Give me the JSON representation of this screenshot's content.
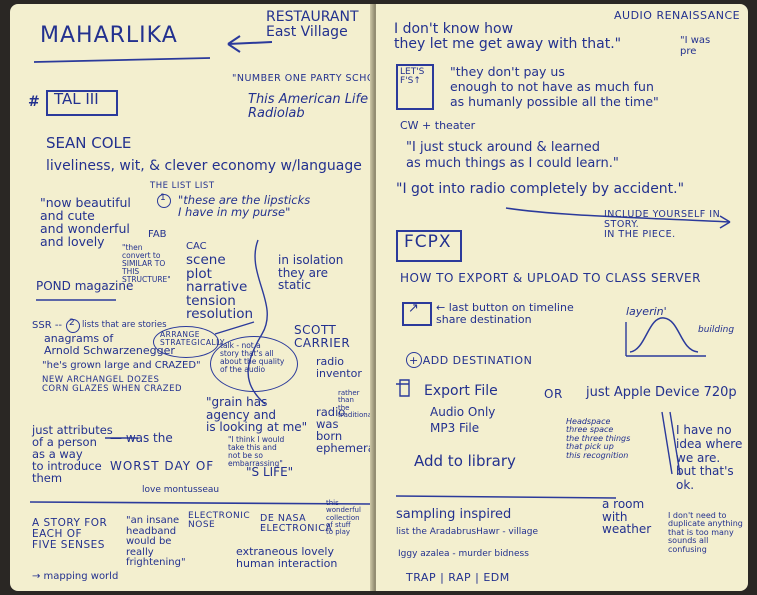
{
  "left_page": {
    "title": "MAHARLIKA",
    "restaurant": "RESTAURANT\nEast Village",
    "quote_party": "\"NUMBER ONE PARTY SCHOOL\"",
    "shows": "This American Life\nRadiolab",
    "tal_box": "TAL III",
    "host": "SEAN COLE",
    "qualities": "liveliness, wit, & clever economy w/language",
    "list_label": "THE LIST LIST",
    "now_beautiful": "\"now beautiful\nand cute\nand wonderful\nand lovely",
    "fab": "FAB",
    "then_convert": "\"then\nconvert to\nSIMILAR TO\nTHIS\nSTRUCTURE\"",
    "lipstick": "\"these are the lipsticks\nI have in my purse\"",
    "num_1": "1",
    "cac": "CAC",
    "structure_words": "scene\nplot\nnarrative\ntension\nresolution",
    "isolation": "in isolation\nthey are\nstatic",
    "pond": "POND magazine",
    "ssr": "SSR --",
    "num_2": "2",
    "lists": "lists that are stories",
    "arnold": "anagrams of\nArnold Schwarzenegger",
    "grown_large": "\"he's grown large and CRAZED\"",
    "new_archangel": "NEW ARCHANGEL DOZES\nCORN GLAZES WHEN CRAZED",
    "arrange": "ARRANGE\nSTRATEGICALLY",
    "talk_not": "talk - not a\nstory that's all\nabout the quality\nof the audio",
    "scott": "SCOTT\nCARRIER",
    "radio_inventor": "radio\ninventor",
    "grain": "\"grain has\nagency and\nis looking at me\"",
    "i_think": "\"I think I would\ntake this and\nnot be so\nembarrassing\"",
    "radio_ephemeral": "radio\nwas\nborn\nephemeral",
    "right_note": "rather than\nthe\ntraditional",
    "just_attributes": "just attributes\nof a person\nas a way\nto introduce\nthem",
    "was_the": "— was the",
    "worst_day": "WORST DAY OF",
    "life": "\"S LIFE\"",
    "louie": "love montusseau",
    "story_senses": "A STORY FOR\nEACH OF\nFIVE SENSES",
    "insane": "\"an insane\nheadband\nwould be\nreally\nfrightening\"",
    "electronic_nose": "ELECTRONIC\nNOSE",
    "de_nasa": "DE NASA\nELECTRONICA",
    "this_wonderful": "this\nwonderful\ncollection\nof stuff\nto play",
    "extraneous": "extraneous lovely\nhuman interaction",
    "mapping": "→ mapping world"
  },
  "right_page": {
    "header": "AUDIO RENAISSANCE",
    "dont_know": "I don't know how\nthey let me get away with that.\"",
    "i_was_pre": "\"I was\npre",
    "lets_box": "LET'S\nF'S↑",
    "they_dont_pay": "\"they don't pay us\nenough to not have as much fun\nas humanly possible all the time\"",
    "cw_theater": "CW + theater",
    "stuck_around": "\"I just stuck around & learned\nas much things as I could learn.\"",
    "got_into": "\"I got into radio completely by accident.\"",
    "include_yourself": "INCLUDE YOURSELF IN STORY.\nIN THE PIECE.",
    "fcpx_box": "FCPX",
    "how_to_export": "HOW TO EXPORT & UPLOAD TO CLASS SERVER",
    "last_button": "← last button on timeline\nshare destination",
    "layerin": "layerin'",
    "building": "building",
    "add_destination": "+ ADD DESTINATION",
    "export_file": "Export File",
    "or_label": "OR",
    "just_apple": "just Apple Device 720p",
    "audio_only": "Audio Only\nMP3 File",
    "add_library": "Add to library",
    "headspace": "Headspace\nthree space\nthe three things\nthat pick up\nthis recognition",
    "i_have_no": "I have no\nidea where\nwe are.\nbut that's\nok.",
    "room": "a room\nwith\nweather",
    "dont_need": "I don't need to\nduplicate anything\nthat is too many\nsounds all\nconfusing",
    "sampling": "sampling inspired",
    "list_shaw": "list the AradabrusHawr - village",
    "azalea": "Iggy azalea - murder bidness",
    "trap": "TRAP | RAP | EDM"
  }
}
